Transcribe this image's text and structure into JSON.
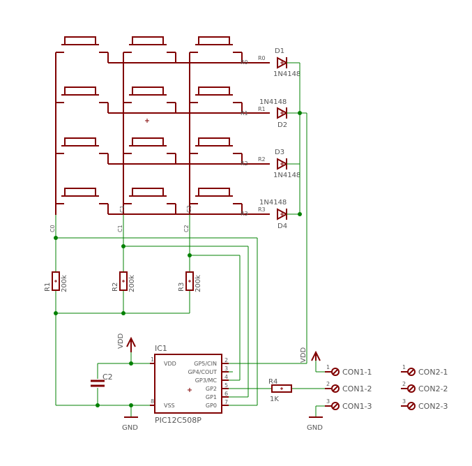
{
  "colors": {
    "wire": "#008000",
    "component": "#800000",
    "text": "#555555",
    "junction": "#008000",
    "background": "#ffffff"
  },
  "keypad": {
    "columns": [
      "C0",
      "C1",
      "C2"
    ],
    "rows": [
      "R0",
      "R1",
      "R2",
      "R3"
    ]
  },
  "diodes": [
    {
      "ref": "D1",
      "value": "1N4148",
      "row_label": "R0"
    },
    {
      "ref": "D2",
      "value": "1N4148",
      "row_label": "R1"
    },
    {
      "ref": "D3",
      "value": "1N4148",
      "row_label": "R2"
    },
    {
      "ref": "D4",
      "value": "1N4148",
      "row_label": "R3"
    }
  ],
  "resistors": [
    {
      "ref": "R1",
      "value": "200k"
    },
    {
      "ref": "R2",
      "value": "200k"
    },
    {
      "ref": "R3",
      "value": "200k"
    },
    {
      "ref": "R4",
      "value": "1K"
    }
  ],
  "capacitor": {
    "ref": "C2"
  },
  "ic": {
    "ref": "IC1",
    "part": "PIC12C508P",
    "pins_left": [
      {
        "name": "VDD",
        "num": "1"
      },
      {
        "name": "VSS",
        "num": "8"
      }
    ],
    "pins_right": [
      {
        "name": "GP5/CIN",
        "num": "2"
      },
      {
        "name": "GP4/COUT",
        "num": "3"
      },
      {
        "name": "GP3/MC",
        "num": "4"
      },
      {
        "name": "GP2",
        "num": "5"
      },
      {
        "name": "GP1",
        "num": "6"
      },
      {
        "name": "GP0",
        "num": "7"
      }
    ]
  },
  "power": {
    "vdd": "VDD",
    "gnd": "GND"
  },
  "connectors": {
    "con1": [
      "CON1-1",
      "CON1-2",
      "CON1-3"
    ],
    "con2": [
      "CON2-1",
      "CON2-2",
      "CON2-3"
    ],
    "pin_numbers": [
      "1",
      "2",
      "3"
    ]
  }
}
